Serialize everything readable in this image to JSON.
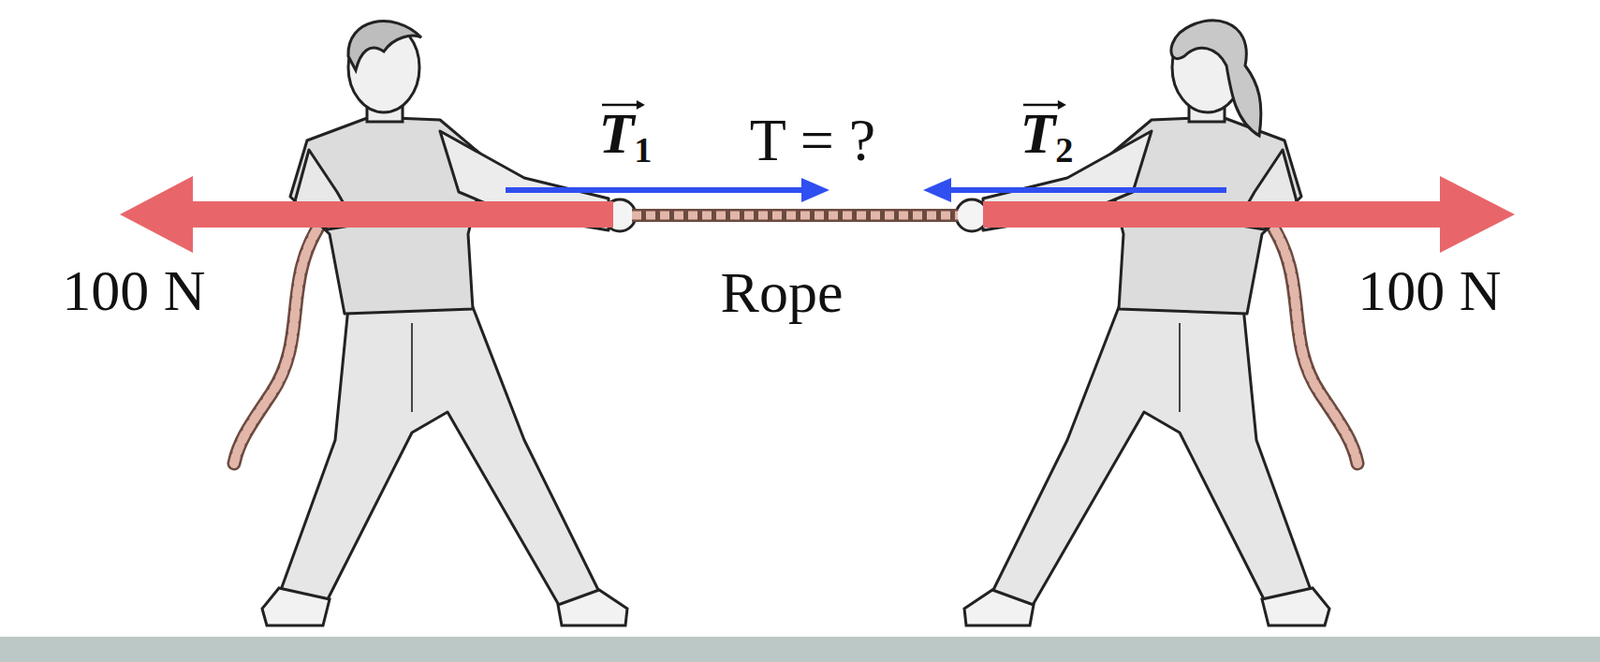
{
  "diagram": {
    "labels": [
      "T1",
      "T = ?",
      "T2",
      "100 N",
      "Rope",
      "100 N"
    ]
  }
}
